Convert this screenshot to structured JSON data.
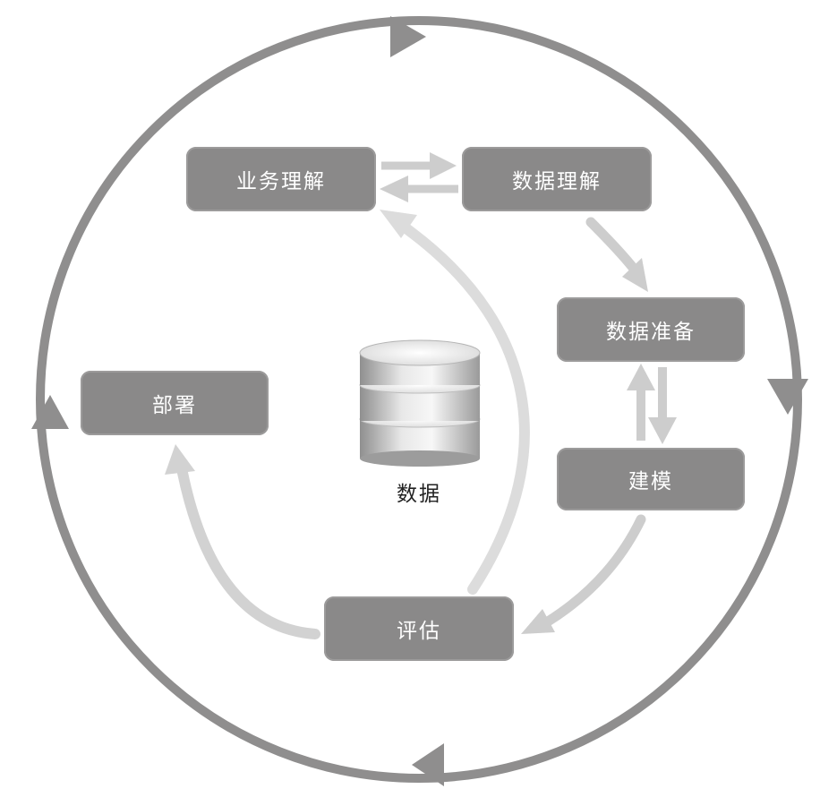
{
  "diagram": {
    "nodes": {
      "business_understanding": "业务理解",
      "data_understanding": "数据理解",
      "data_preparation": "数据准备",
      "modeling": "建模",
      "evaluation": "评估",
      "deployment": "部署"
    },
    "database_label": "数据"
  },
  "colors": {
    "outer_cycle": "#8f8e8e",
    "inner_arrows": "#cdcdcd",
    "node_fill": "#8a8989",
    "node_text": "#ffffff"
  }
}
